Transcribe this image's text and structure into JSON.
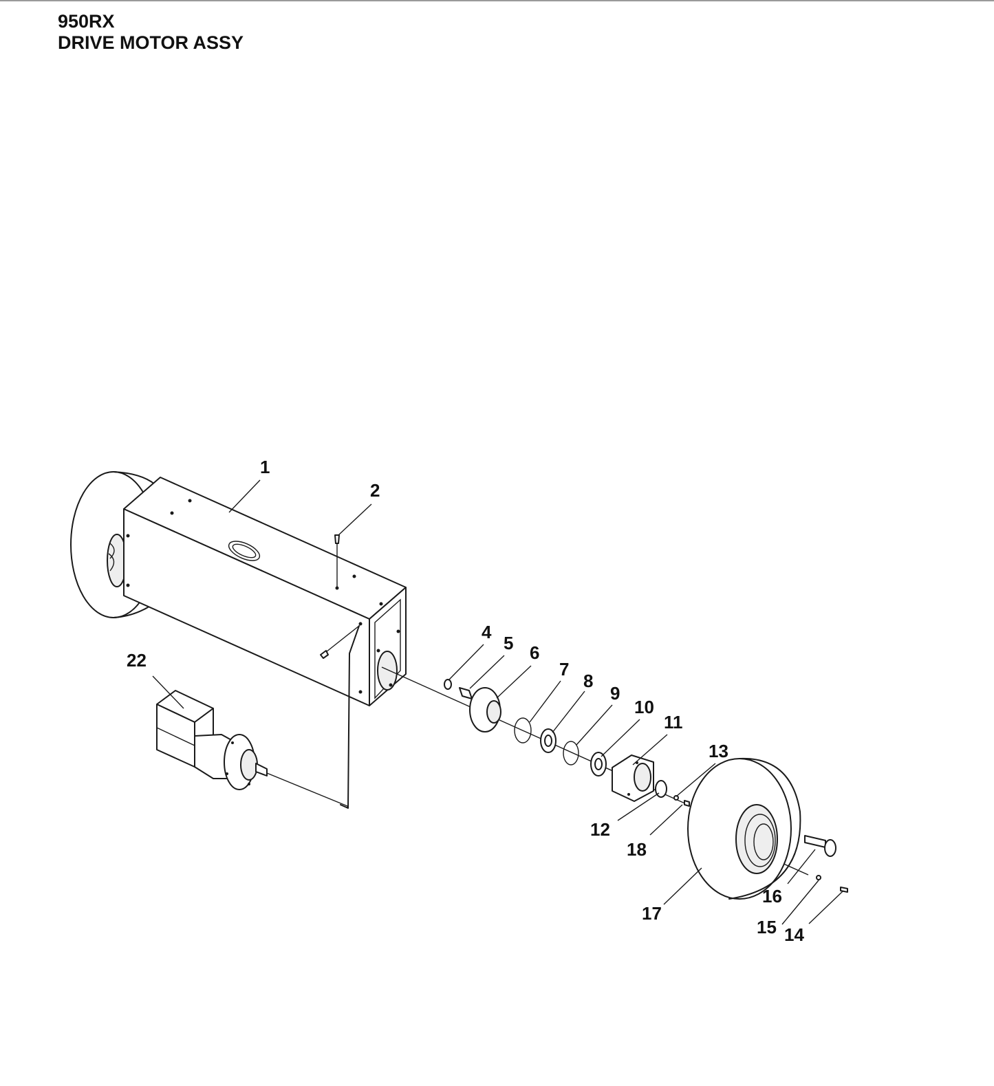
{
  "header": {
    "model": "950RX",
    "title": "DRIVE MOTOR ASSY"
  },
  "callouts": [
    "1",
    "2",
    "4",
    "5",
    "6",
    "7",
    "8",
    "9",
    "10",
    "11",
    "12",
    "13",
    "14",
    "15",
    "16",
    "17",
    "18",
    "22"
  ],
  "colors": {
    "line": "#1a1a1a",
    "background": "#ffffff"
  }
}
